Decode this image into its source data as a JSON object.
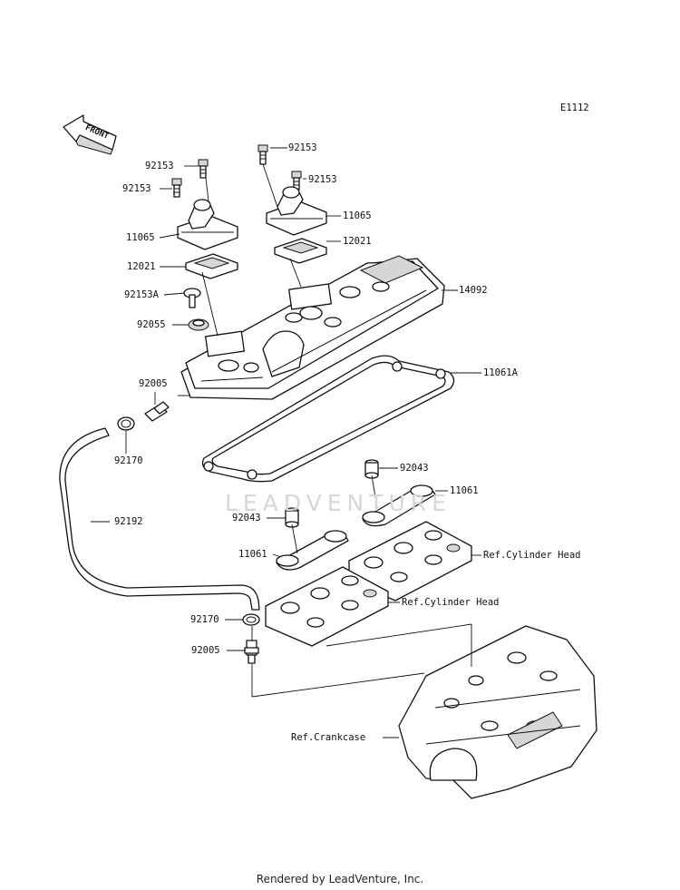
{
  "diagram_code": "E1112",
  "front_label": "FRONT",
  "watermark": "LEADVENTURE",
  "footer": "Rendered by LeadVenture, Inc.",
  "callouts": {
    "bolt_92153_top_center": "92153",
    "bolt_92153_left_upper": "92153",
    "bolt_92153_left_lower": "92153",
    "bolt_92153_right": "92153",
    "cover_11065_left": "11065",
    "cover_11065_right": "11065",
    "reed_12021_left": "12021",
    "reed_12021_right": "12021",
    "bolt_92153A": "92153A",
    "grommet_92055": "92055",
    "head_cover_14092": "14092",
    "gasket_11061A": "11061A",
    "fitting_92005_upper": "92005",
    "clamp_92170_upper": "92170",
    "hose_92192": "92192",
    "dowel_92043_right": "92043",
    "gasket_11061_right": "11061",
    "dowel_92043_left": "92043",
    "gasket_11061_left": "11061",
    "ref_cyl_head_upper": "Ref.Cylinder Head",
    "ref_cyl_head_lower": "Ref.Cylinder Head",
    "clamp_92170_lower": "92170",
    "fitting_92005_lower": "92005",
    "ref_crankcase": "Ref.Crankcase"
  },
  "icons": {
    "front_arrow": "front-arrow-icon"
  }
}
